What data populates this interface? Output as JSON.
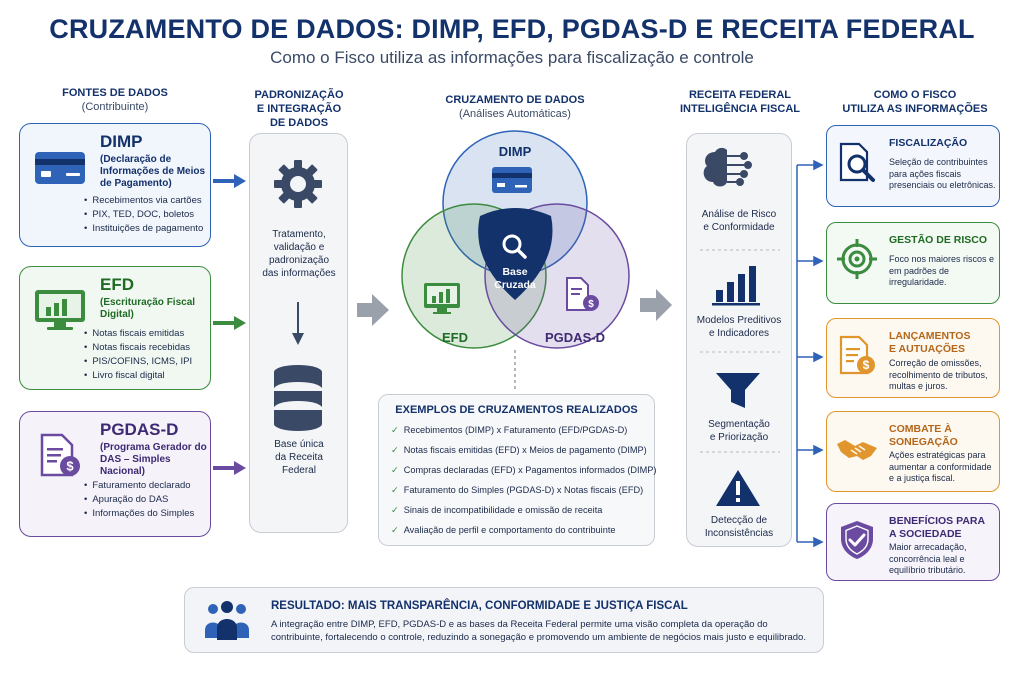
{
  "header": {
    "title": "CRUZAMENTO DE DADOS: DIMP, EFD, PGDAS-D E RECEITA FEDERAL",
    "subtitle": "Como o Fisco utiliza as informações para fiscalização e controle"
  },
  "columns": {
    "sources": {
      "title": "FONTES DE DADOS",
      "sub": "(Contribuinte)"
    },
    "standard": {
      "line1": "PADRONIZAÇÃO",
      "line2": "E INTEGRAÇÃO",
      "line3": "DE DADOS"
    },
    "cross": {
      "title": "CRUZAMENTO DE DADOS",
      "sub": "(Análises Automáticas)"
    },
    "rf": {
      "line1": "RECEITA FEDERAL",
      "line2": "INTELIGÊNCIA FISCAL"
    },
    "uses": {
      "line1": "COMO O FISCO",
      "line2": "UTILIZA AS INFORMAÇÕES"
    }
  },
  "sources": {
    "dimp": {
      "name": "DIMP",
      "desc": "(Declaração de Informações de Meios de Pagamento)",
      "items": [
        "Recebimentos via cartões",
        "PIX, TED, DOC, boletos",
        "Instituições de pagamento"
      ]
    },
    "efd": {
      "name": "EFD",
      "desc": "(Escrituração Fiscal Digital)",
      "items": [
        "Notas fiscais emitidas",
        "Notas fiscais recebidas",
        "PIS/COFINS, ICMS, IPI",
        "Livro fiscal digital"
      ]
    },
    "pgdas": {
      "name": "PGDAS-D",
      "desc": "(Programa Gerador do DAS – Simples Nacional)",
      "items": [
        "Faturamento declarado",
        "Apuração do DAS",
        "Informações do Simples"
      ]
    }
  },
  "standard": {
    "process_l1": "Tratamento,",
    "process_l2": "validação e",
    "process_l3": "padronização",
    "process_l4": "das informações",
    "base_l1": "Base única",
    "base_l2": "da Receita",
    "base_l3": "Federal"
  },
  "venn": {
    "dimp": "DIMP",
    "efd": "EFD",
    "pgdas": "PGDAS-D",
    "center_l1": "Base",
    "center_l2": "Cruzada"
  },
  "examples": {
    "title": "EXEMPLOS DE CRUZAMENTOS REALIZADOS",
    "items": [
      "Recebimentos (DIMP) x Faturamento (EFD/PGDAS-D)",
      "Notas fiscais emitidas (EFD) x Meios de pagamento (DIMP)",
      "Compras declaradas (EFD) x Pagamentos informados (DIMP)",
      "Faturamento do Simples (PGDAS-D) x Notas fiscais (EFD)",
      "Sinais de incompatibilidade e omissão de receita",
      "Avaliação de perfil e comportamento do contribuinte"
    ]
  },
  "rf": {
    "risk_l1": "Análise de Risco",
    "risk_l2": "e Conformidade",
    "models_l1": "Modelos Preditivos",
    "models_l2": "e Indicadores",
    "seg_l1": "Segmentação",
    "seg_l2": "e Priorização",
    "det_l1": "Detecção de",
    "det_l2": "Inconsistências"
  },
  "uses": {
    "u1": {
      "title": "FISCALIZAÇÃO",
      "body": "Seleção de contribuintes para ações fiscais presenciais ou eletrônicas."
    },
    "u2": {
      "title": "GESTÃO DE RISCO",
      "body": "Foco nos maiores riscos e em padrões de irregularidade."
    },
    "u3": {
      "title_l1": "LANÇAMENTOS",
      "title_l2": "E AUTUAÇÕES",
      "body": "Correção de omissões, recolhimento de tributos, multas e juros."
    },
    "u4": {
      "title_l1": "COMBATE À",
      "title_l2": "SONEGAÇÃO",
      "body": "Ações estratégicas para aumentar a conformidade e a justiça fiscal."
    },
    "u5": {
      "title_l1": "BENEFÍCIOS PARA",
      "title_l2": "A SOCIEDADE",
      "body": "Maior arrecadação, concorrência leal e equilíbrio tributário."
    }
  },
  "result": {
    "title": "RESULTADO: MAIS TRANSPARÊNCIA, CONFORMIDADE E JUSTIÇA FISCAL",
    "body": "A integração entre DIMP, EFD, PGDAS-D e as bases da Receita Federal permite uma visão completa da operação do contribuinte, fortalecendo o controle, reduzindo a sonegação e promovendo um ambiente de negócios mais justo e equilibrado."
  },
  "colors": {
    "navy": "#13316b",
    "blue": "#2e63b8",
    "green": "#3c8c3f",
    "purple": "#6a4ba0",
    "orange": "#e0962c",
    "gray": "#9aa1ab"
  }
}
